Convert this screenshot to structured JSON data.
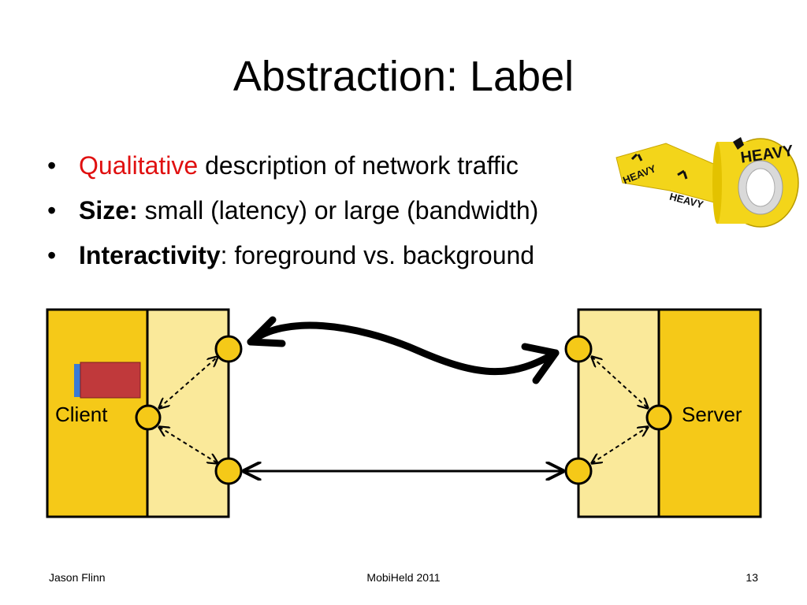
{
  "slide": {
    "title": "Abstraction: Label",
    "bullets": [
      {
        "lead": "Qualitative",
        "rest": " description of network traffic"
      },
      {
        "lead": "Size:",
        "rest": " small (latency) or large (bandwidth)"
      },
      {
        "lead": "Interactivity",
        "rest": ": foreground vs. background"
      }
    ]
  },
  "illustration": {
    "tape_text": [
      "HEAVY",
      "HEAVY",
      "HEAVY"
    ]
  },
  "diagram": {
    "client_label": "Client",
    "server_label": "Server"
  },
  "footer": {
    "author": "Jason Flinn",
    "venue": "MobiHeld 2011",
    "page": "13"
  },
  "colors": {
    "dark_yellow": "#f5c918",
    "light_yellow": "#fae99a",
    "red_box": "#c0393b",
    "blue_tab": "#3a7bd5",
    "accent_red": "#e01010"
  },
  "icons": [
    "heavy-tape-icon",
    "bullet-dot"
  ]
}
